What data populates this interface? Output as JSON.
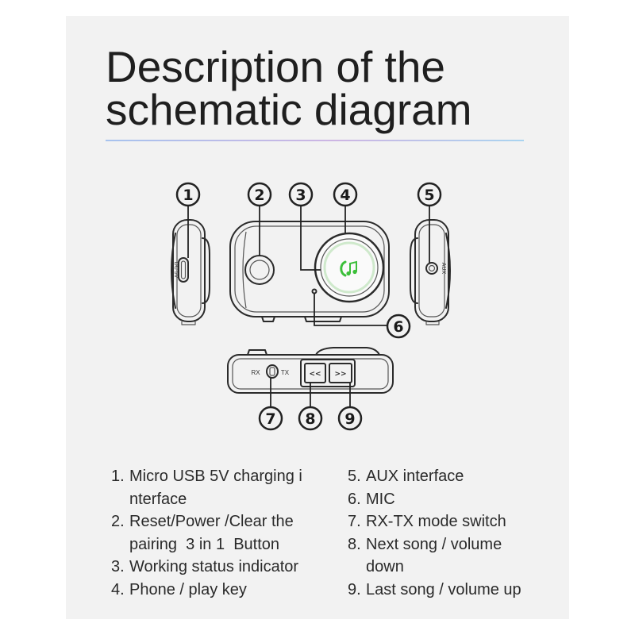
{
  "title": {
    "line1": "Description of the",
    "line2": "schematic diagram"
  },
  "colors": {
    "panel": "#f2f2f2",
    "ink": "#1e1e1e",
    "indicator_green": "#3cbf3a",
    "divider_start": "#a7c3ee",
    "divider_mid": "#cdb5e3",
    "divider_end": "#a9d4f0"
  },
  "diagram": {
    "callouts": [
      "1",
      "2",
      "3",
      "4",
      "5",
      "6",
      "7",
      "8",
      "9"
    ],
    "labels": {
      "usb_port": "DC 5V",
      "aux_port": "AUX",
      "switch_rx": "RX",
      "switch_tx": "TX",
      "prev_button": "<<",
      "next_button": ">>"
    },
    "icons": {
      "play_key": "phone-music-icon"
    }
  },
  "legend": {
    "left": [
      {
        "num": "1.",
        "lines": [
          "Micro USB 5V charging i",
          "nterface"
        ]
      },
      {
        "num": "2.",
        "lines": [
          "Reset/Power /Clear the",
          "pairing  3 in 1  Button"
        ]
      },
      {
        "num": "3.",
        "lines": [
          "Working status indicator"
        ]
      },
      {
        "num": "4.",
        "lines": [
          "Phone / play key"
        ]
      }
    ],
    "right": [
      {
        "num": "5.",
        "lines": [
          "AUX interface"
        ]
      },
      {
        "num": "6.",
        "lines": [
          "MIC"
        ]
      },
      {
        "num": "7.",
        "lines": [
          "RX-TX mode switch"
        ]
      },
      {
        "num": "8.",
        "lines": [
          "Next song / volume",
          "down"
        ]
      },
      {
        "num": "9.",
        "lines": [
          "Last song / volume up"
        ]
      }
    ]
  }
}
